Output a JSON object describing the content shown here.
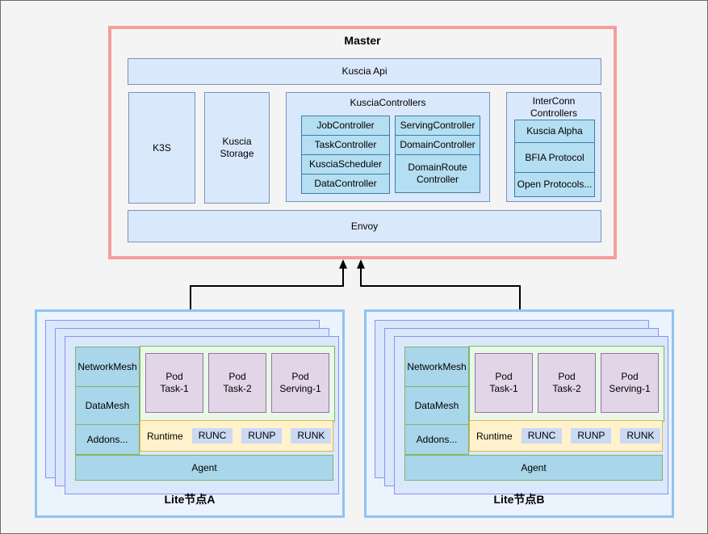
{
  "master": {
    "title": "Master",
    "api_label": "Kuscia Api",
    "k3s_label": "K3S",
    "storage_label": "Kuscia Storage",
    "controllers": {
      "title": "KusciaControllers",
      "left": [
        "JobController",
        "TaskController",
        "KusciaScheduler",
        "DataController"
      ],
      "right": [
        "ServingController",
        "DomainController",
        "DomainRoute Controller"
      ]
    },
    "interconn": {
      "title": "InterConn Controllers",
      "items": [
        "Kuscia Alpha",
        "BFIA Protocol",
        "Open Protocols..."
      ]
    },
    "envoy_label": "Envoy"
  },
  "lite_nodes": [
    {
      "label": "Lite节点A",
      "mesh": [
        "NetworkMesh",
        "DataMesh",
        "Addons..."
      ],
      "pods": [
        {
          "top": "Pod",
          "name": "Task-1"
        },
        {
          "top": "Pod",
          "name": "Task-2"
        },
        {
          "top": "Pod",
          "name": "Serving-1"
        }
      ],
      "runtime_label": "Runtime",
      "runtimes": [
        "RUNC",
        "RUNP",
        "RUNK"
      ],
      "agent_label": "Agent"
    },
    {
      "label": "Lite节点B",
      "mesh": [
        "NetworkMesh",
        "DataMesh",
        "Addons..."
      ],
      "pods": [
        {
          "top": "Pod",
          "name": "Task-1"
        },
        {
          "top": "Pod",
          "name": "Task-2"
        },
        {
          "top": "Pod",
          "name": "Serving-1"
        }
      ],
      "runtime_label": "Runtime",
      "runtimes": [
        "RUNC",
        "RUNP",
        "RUNK"
      ],
      "agent_label": "Agent"
    }
  ],
  "colors": {
    "master_border": "#f89c9c",
    "blue_fill": "#dae8fc",
    "blue_stroke": "#7593bf",
    "cyan_fill": "#b4def1",
    "lite_border": "#8dc4f5",
    "card_border": "#8f8ff2",
    "green_stroke": "#82b366",
    "pod_fill": "#e1d5e7",
    "pod_stroke": "#9673a6",
    "runtime_fill": "#fff2cc",
    "runtime_stroke": "#d6b656",
    "chip_fill": "#ccd9f5",
    "arrow": "#000000"
  }
}
